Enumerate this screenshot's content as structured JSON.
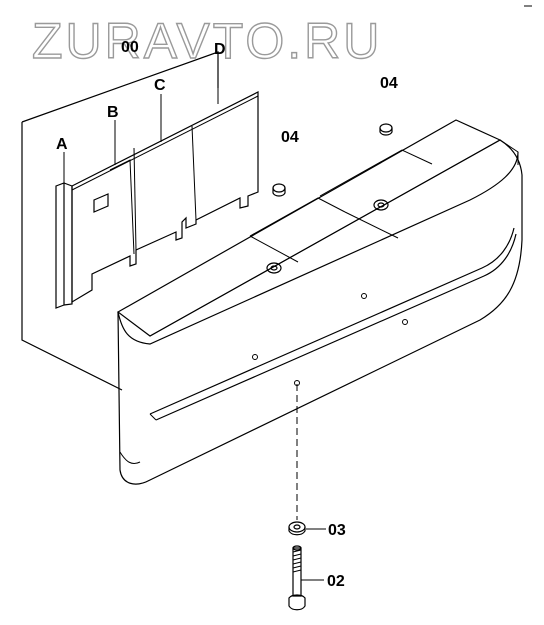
{
  "watermark": "ZURAVTO.RU",
  "labels": {
    "part_00": "00",
    "part_a": "A",
    "part_b": "B",
    "part_c": "C",
    "part_d": "D",
    "part_04_top": "04",
    "part_04_mid": "04",
    "part_03": "03",
    "part_02": "02"
  }
}
